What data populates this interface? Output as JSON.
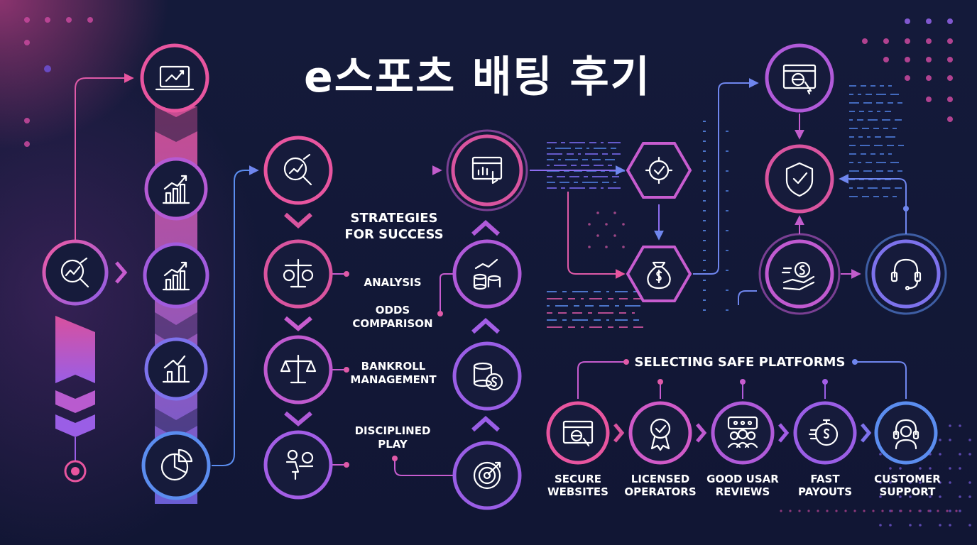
{
  "title": "e스포츠 배팅 후기",
  "strategies": {
    "heading": "STRATEGIES\nFOR SUCCESS",
    "items": [
      {
        "label": "ANALYSIS"
      },
      {
        "label": "ODDS\nCOMPARISON"
      },
      {
        "label": "BANKROLL\nMANAGEMENT"
      },
      {
        "label": "DISCIPLINED\nPLAY"
      }
    ]
  },
  "platforms": {
    "heading": "SELECTING SAFE PLATFORMS",
    "items": [
      {
        "label": "SECURE\nWEBSITES",
        "icon": "secure-website-icon"
      },
      {
        "label": "LICENSED\nOPERATORS",
        "icon": "licensed-badge-icon"
      },
      {
        "label": "GOOD USAR\nREVIEWS",
        "icon": "user-reviews-icon"
      },
      {
        "label": "FAST\nPAYOUTS",
        "icon": "fast-payout-icon"
      },
      {
        "label": "CUSTOMER\nSUPPORT",
        "icon": "customer-support-icon"
      }
    ]
  },
  "colors": {
    "background": "#121733",
    "pink": "#e8559f",
    "purple": "#9b5de5",
    "blue": "#5b8def",
    "accent_dot": "#e05aa8"
  }
}
